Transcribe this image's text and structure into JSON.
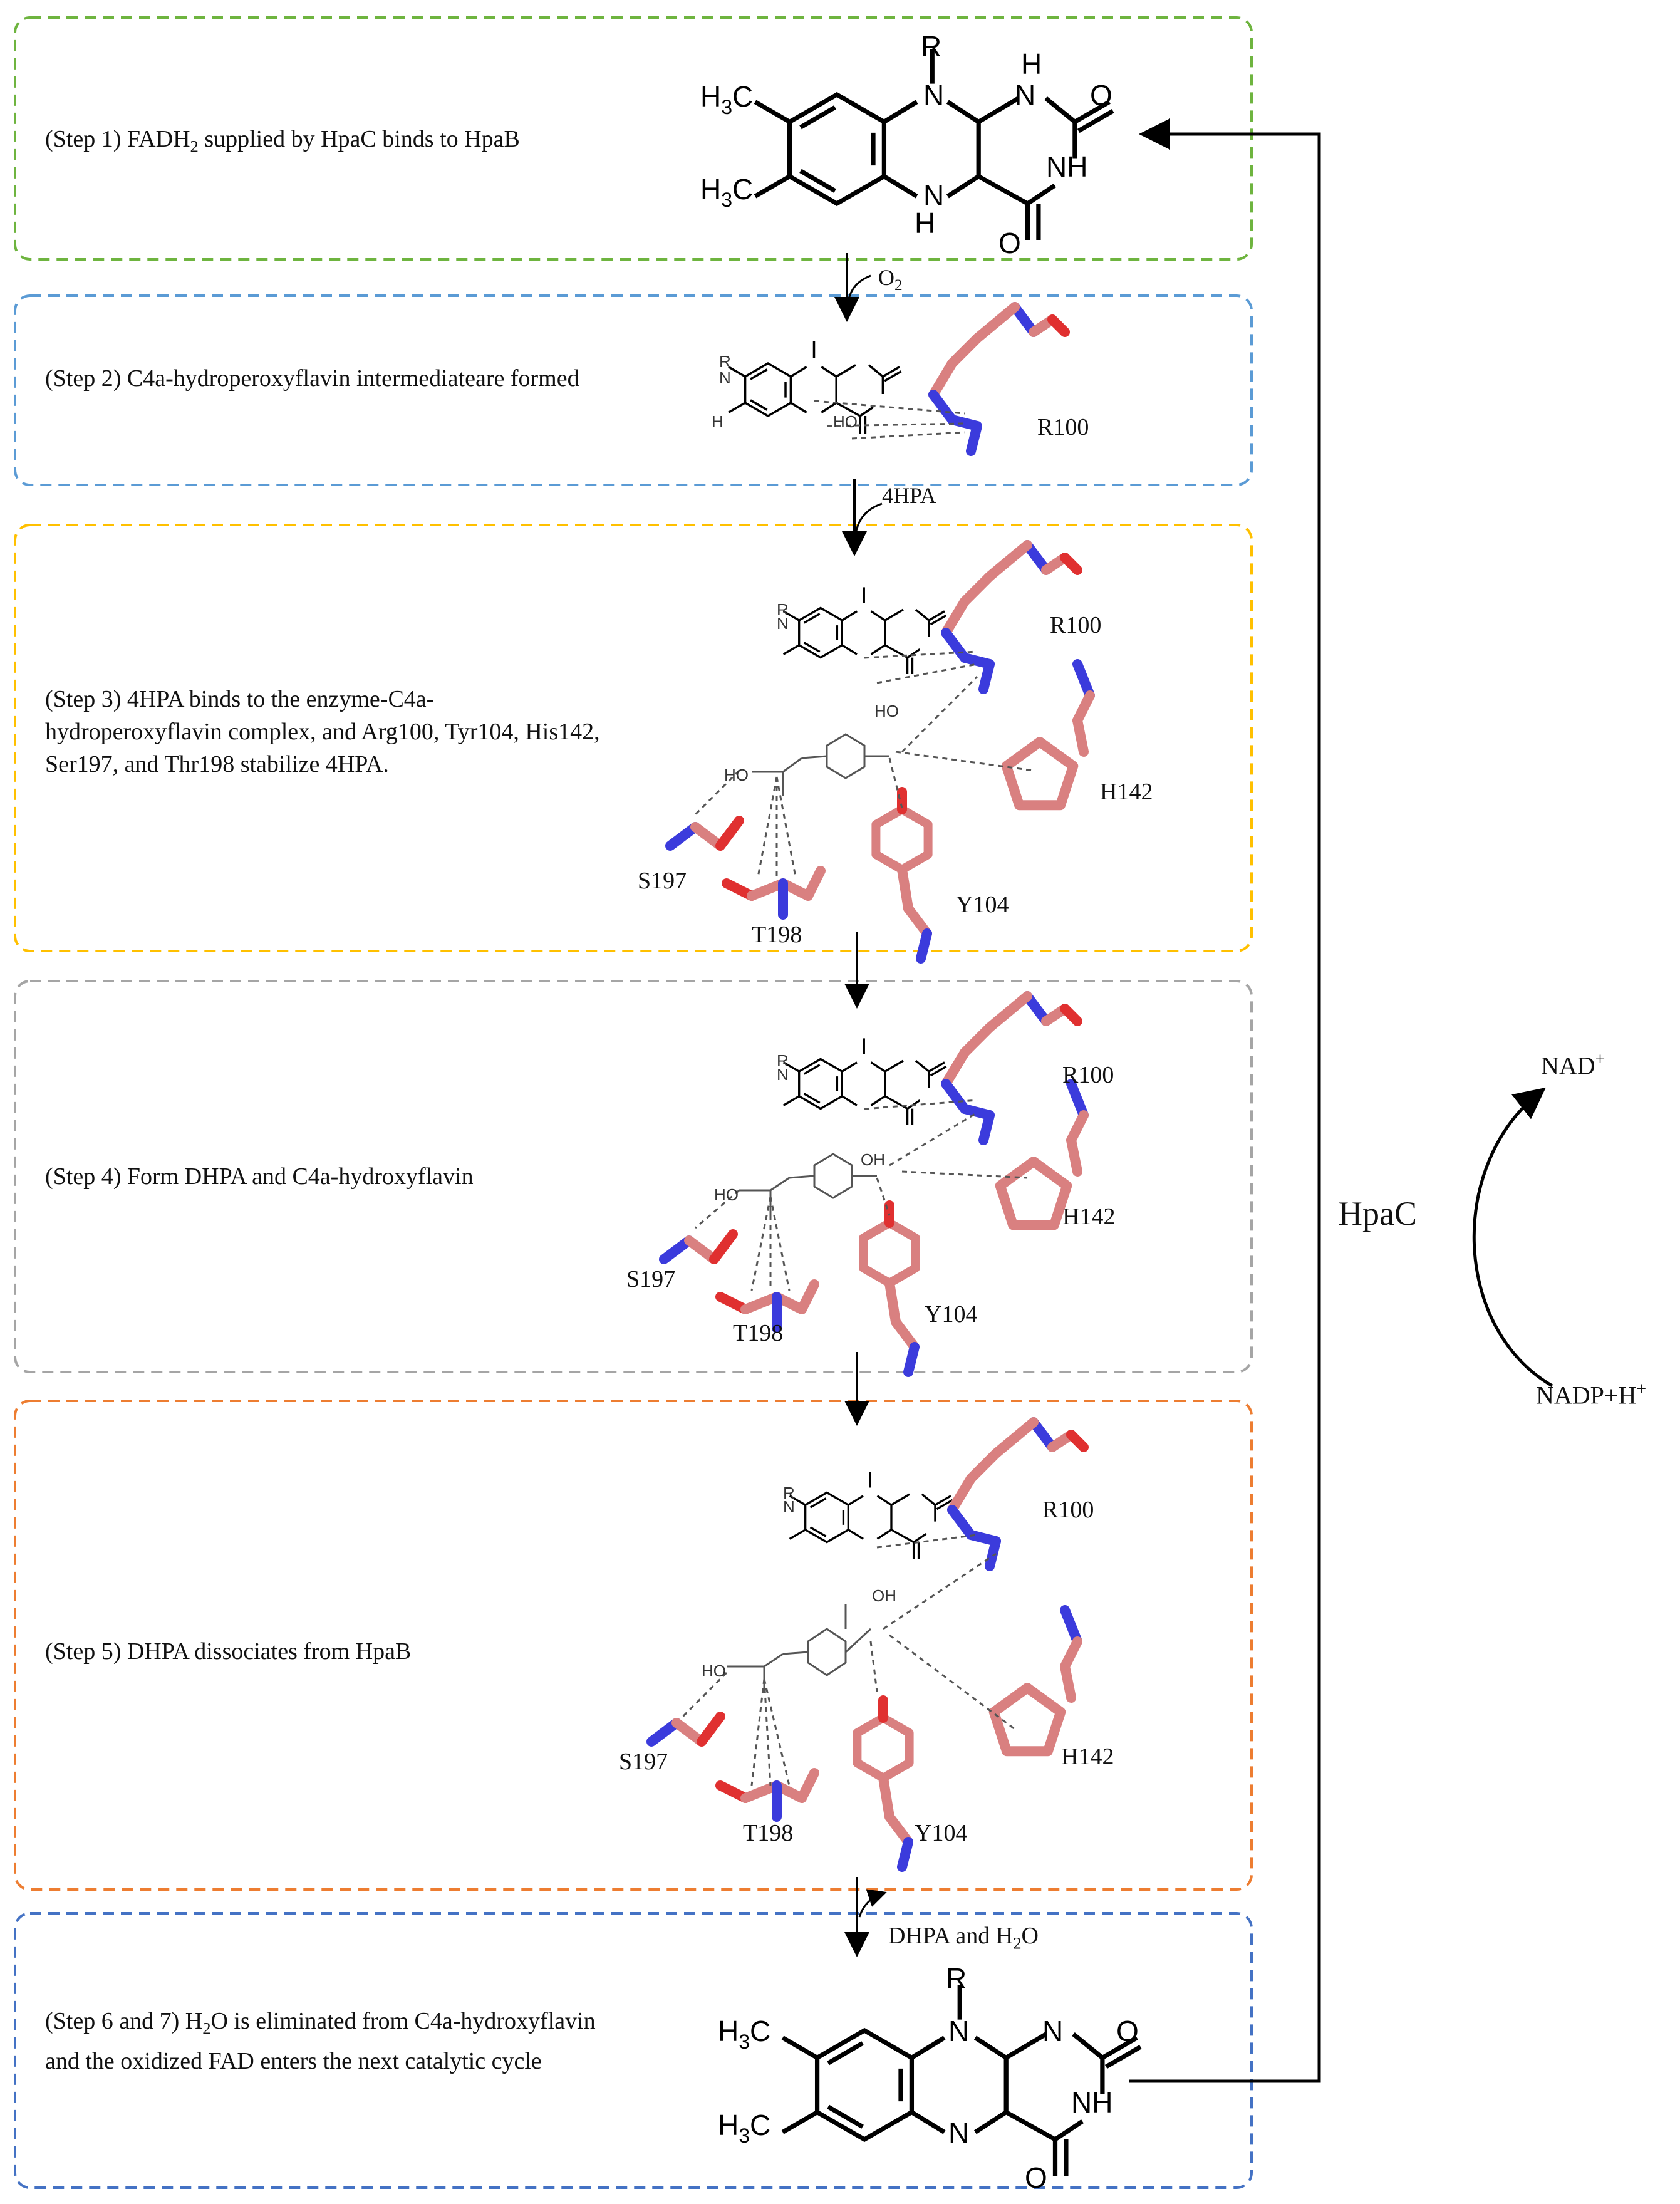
{
  "steps": [
    {
      "id": 1,
      "color": "#6eb43f",
      "text_prefix": "(Step 1) FADH",
      "text_sub": "2",
      "text_suffix": " supplied by HpaC binds to HpaB"
    },
    {
      "id": 2,
      "color": "#5b9bd5",
      "text": "(Step 2) C4a-hydroperoxyflavin intermediateare formed"
    },
    {
      "id": 3,
      "color": "#ffc000",
      "text": "(Step 3) 4HPA binds to the enzyme-C4a-hydroperoxyflavin complex, and Arg100, Tyr104, His142, Ser197, and Thr198 stabilize 4HPA."
    },
    {
      "id": 4,
      "color": "#a5a5a5",
      "text": "(Step 4)  Form DHPA and C4a-hydroxyflavin"
    },
    {
      "id": 5,
      "color": "#ed7d31",
      "text": "(Step 5)  DHPA dissociates from HpaB"
    },
    {
      "id": 6,
      "color": "#4472c4",
      "text_prefix": "(Step 6 and 7) H",
      "text_sub": "2",
      "text_suffix": "O is eliminated from C4a-hydroxyflavin and the oxidized FAD enters the next catalytic cycle"
    }
  ],
  "arrow_labels": {
    "o2_main": "O",
    "o2_sub": "2",
    "hpa": "4HPA",
    "release_main": "DHPA and H",
    "release_sub": "2",
    "release_suffix": "O"
  },
  "residues": {
    "r100": "R100",
    "h142": "H142",
    "y104": "Y104",
    "s197": "S197",
    "t198": "T198"
  },
  "cycle": {
    "enzyme": "HpaC",
    "nad_main": "NAD",
    "nad_sup": "+",
    "nadph_main": "NADP+H",
    "nadph_sup": "+"
  },
  "molecule_text": {
    "r": "R",
    "h3c_main": "H",
    "h3c_sub": "3",
    "h3c_c": "C",
    "n": "N",
    "nh": "NH",
    "h": "H",
    "o": "O",
    "ho": "HO",
    "oh": "OH"
  },
  "colors": {
    "stick_carbon": "#d98080",
    "stick_nitrogen": "#3b3bdc",
    "stick_oxygen": "#e03030",
    "bond": "#000000",
    "hbond": "#555555"
  }
}
